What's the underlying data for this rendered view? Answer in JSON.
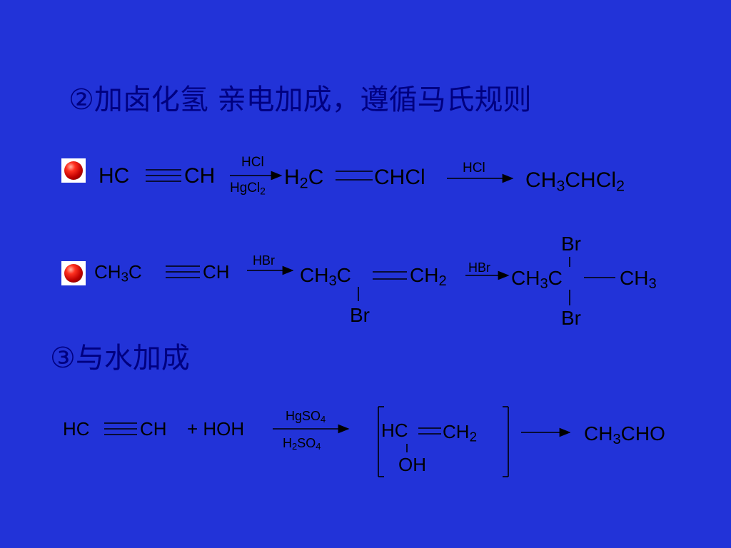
{
  "headings": {
    "hydrohalogenation": "②加卤化氢   亲电加成，遵循马氏规则",
    "hydration": "③与水加成"
  },
  "bullet_icon": "red-sphere-bullet",
  "reaction1": {
    "reactant_left": "HC",
    "reactant_right": "CH",
    "arrow1_top": "HCl",
    "arrow1_bottom": "HgCl",
    "arrow1_bottom_sub": "2",
    "intermediate_left": "H",
    "intermediate_left_sub": "2",
    "intermediate_left_c": "C",
    "intermediate_right": "CHCl",
    "arrow2_top": "HCl",
    "product": "CH",
    "product_sub1": "3",
    "product_mid": "CHCl",
    "product_sub2": "2"
  },
  "reaction2": {
    "reactant_left": "CH",
    "reactant_left_sub": "3",
    "reactant_left_c": "C",
    "reactant_right": "CH",
    "arrow1_top": "HBr",
    "intermediate_left": "CH",
    "intermediate_left_sub": "3",
    "intermediate_left_c": "C",
    "intermediate_right": "CH",
    "intermediate_right_sub": "2",
    "intermediate_br": "Br",
    "arrow2_top": "HBr",
    "product_left": "CH",
    "product_left_sub": "3",
    "product_left_c": "C",
    "product_right": "CH",
    "product_right_sub": "3",
    "product_br_top": "Br",
    "product_br_bottom": "Br"
  },
  "reaction3": {
    "reactant_left": "HC",
    "reactant_right": "CH",
    "plus_hoh": "+ HOH",
    "arrow_top": "HgSO",
    "arrow_top_sub": "4",
    "arrow_bottom": "H",
    "arrow_bottom_sub1": "2",
    "arrow_bottom_mid": "SO",
    "arrow_bottom_sub2": "4",
    "enol_left": "HC",
    "enol_right": "CH",
    "enol_right_sub": "2",
    "enol_oh": "OH",
    "product": "CH",
    "product_sub": "3",
    "product_rest": "CHO"
  }
}
